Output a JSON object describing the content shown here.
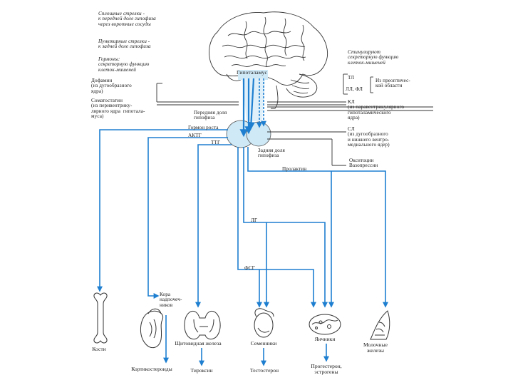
{
  "labels": {
    "solid_arrows": "Сплошные стрелки -\nк передней доле гипофиза\nчерез воротные сосуды",
    "dotted_arrows": "Пунктирные стрелки -\nк задней доле гипофиза",
    "hormones_secretion": "Гормоны:\nсекреторную функцию\nклеток-мишеней",
    "stimulate_secretion": "Стимулируют\nсекреторную функцию\nклеток-мишеней",
    "hypothalamus": "Гипоталамус",
    "dofamine": "Дофамин\n(из дугообразного\nядра)",
    "somatostatin": "Соматостатин\n(из перивентрику-\nлярного ядра  гипотала-\nмуса)",
    "tl": "ТЛ",
    "ll_fl": "ЛЛ, ФЛ",
    "preoptic": "Из преоптичес-\nкой области",
    "kl": "КЛ\n(из паравентрикулярного\nгипоталамического\nядра)",
    "sl": "СЛ\n(из дугообразного\nи нижнего вентро-\nмедиального ядер)",
    "oxytocin": "Окситоцин\nВазопрессин",
    "anterior_lobe": "Передняя доля\nгипофиза",
    "posterior_lobe": "Задняя доля\nгипофиза",
    "growth_hormone": "Гормон роста",
    "actg": "АКТГ",
    "ttg": "ТТГ",
    "prolactin": "Пролактин",
    "lg": "ЛГ",
    "fsg": "ФСГ",
    "adrenal_cortex": "Кора\nнадпочеч-\nников"
  },
  "targets": {
    "bones": "Кости",
    "thyroid": "Щитовидная железа",
    "testes": "Семенники",
    "ovaries": "Яичники",
    "mammary": "Молочные\nжелезы"
  },
  "products": {
    "corticosteroids": "Кортикостероиды",
    "thyroxine": "Тироксин",
    "testosterone": "Тестостерон",
    "progesterone": "Прогестерон,\nэстрогены"
  },
  "colors": {
    "arrow": "#1e7fd0",
    "line": "#333333",
    "pituitary": "#cfe9f7"
  }
}
